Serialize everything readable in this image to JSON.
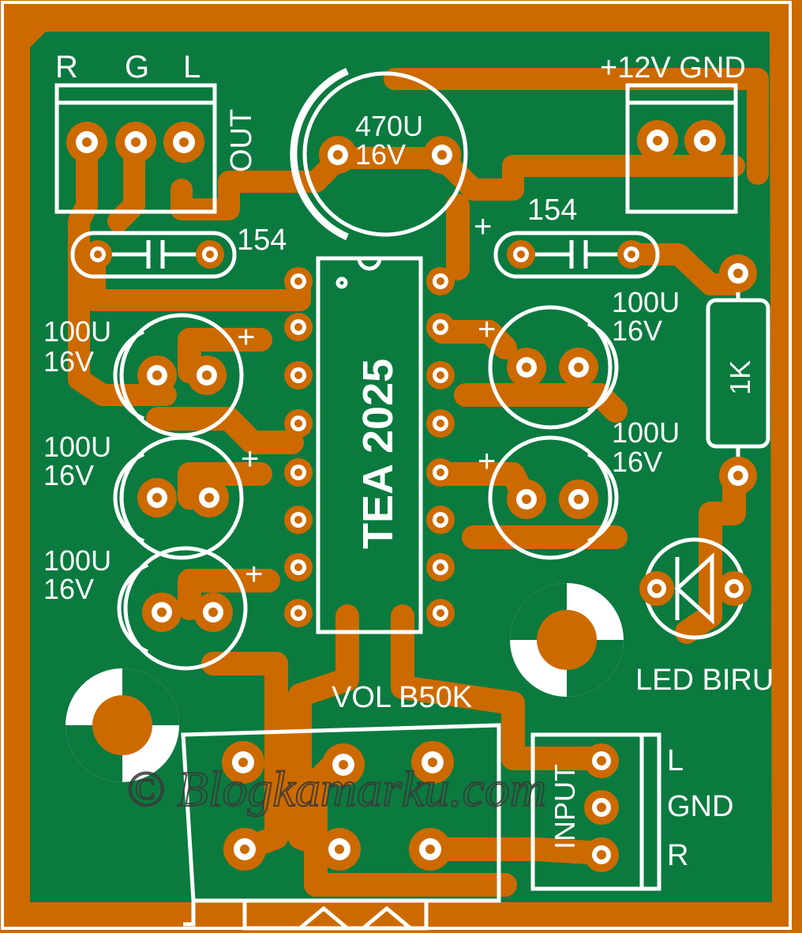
{
  "colors": {
    "copper": "#cc6a00",
    "board": "#0b7a3f",
    "silk": "#ffffff",
    "watermark": "#3a3a3a"
  },
  "labels": {
    "out_r": "R",
    "out_g": "G",
    "out_l": "L",
    "out": "OUT",
    "power": "+12V GND",
    "cap_main_value": "470U",
    "cap_main_volt": "16V",
    "cap_left_value": "154",
    "cap_right_value": "154",
    "plus": "+",
    "ecap_value": "100U",
    "ecap_volt": "16V",
    "ic": "TEA 2025",
    "resistor": "1K",
    "volume": "VOL B50K",
    "led": "LED BIRU",
    "input": "INPUT",
    "in_l": "L",
    "in_gnd": "GND",
    "in_r": "R",
    "watermark": "© Blogkamarku.com"
  },
  "icons": {
    "mounting_hole": "mounting-hole-icon",
    "diode": "diode-icon"
  }
}
